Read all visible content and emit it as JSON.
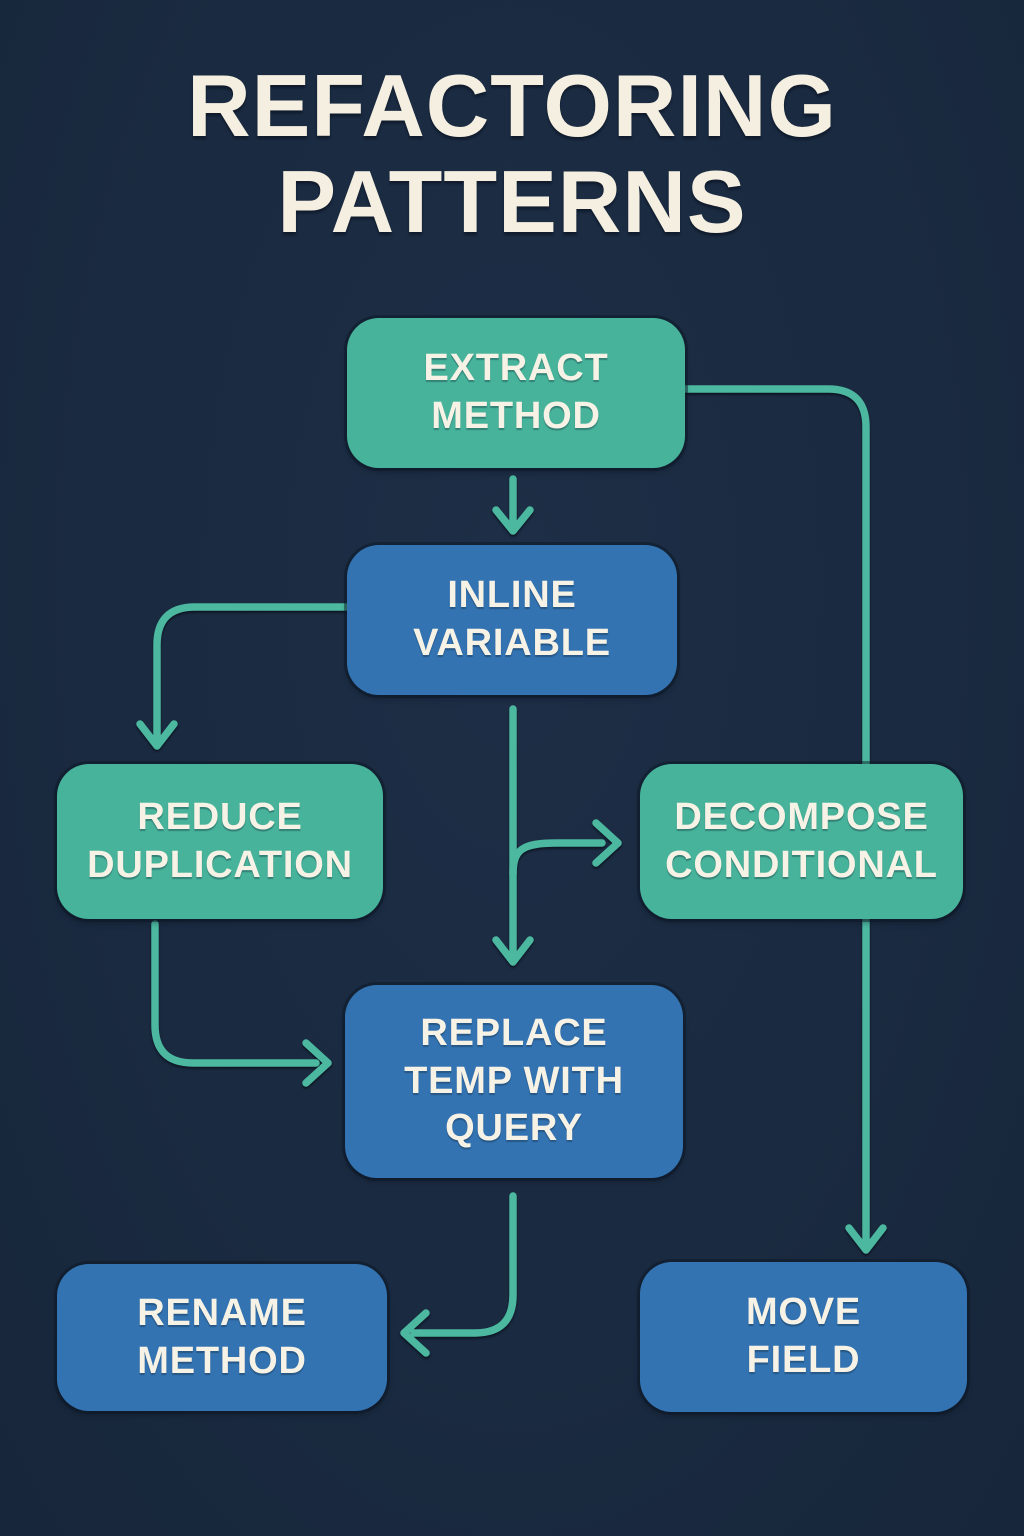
{
  "poster": {
    "title": "REFACTORING\nPATTERNS"
  },
  "colors": {
    "background": "#1a2a40",
    "teal": "#47b39b",
    "blue": "#3373b2",
    "text_cream": "#f7f2e6",
    "arrow": "#4cb8a0"
  },
  "nodes": [
    {
      "id": "extract-method",
      "label": "EXTRACT\nMETHOD",
      "color": "teal"
    },
    {
      "id": "inline-variable",
      "label": "INLINE\nVARIABLE",
      "color": "blue"
    },
    {
      "id": "reduce-duplication",
      "label": "REDUCE\nDUPLICATION",
      "color": "teal"
    },
    {
      "id": "decompose-conditional",
      "label": "DECOMPOSE\nCONDITIONAL",
      "color": "teal"
    },
    {
      "id": "replace-temp-with-query",
      "label": "REPLACE\nTEMP WITH\nQUERY",
      "color": "blue"
    },
    {
      "id": "rename-method",
      "label": "RENAME\nMETHOD",
      "color": "blue"
    },
    {
      "id": "move-field",
      "label": "MOVE\nFIELD",
      "color": "blue"
    }
  ],
  "edges": [
    {
      "from": "extract-method",
      "to": "inline-variable"
    },
    {
      "from": "extract-method",
      "to": "move-field"
    },
    {
      "from": "inline-variable",
      "to": "reduce-duplication"
    },
    {
      "from": "inline-variable",
      "to": "replace-temp-with-query"
    },
    {
      "from": "inline-variable",
      "to": "decompose-conditional"
    },
    {
      "from": "reduce-duplication",
      "to": "replace-temp-with-query"
    },
    {
      "from": "replace-temp-with-query",
      "to": "rename-method"
    }
  ]
}
